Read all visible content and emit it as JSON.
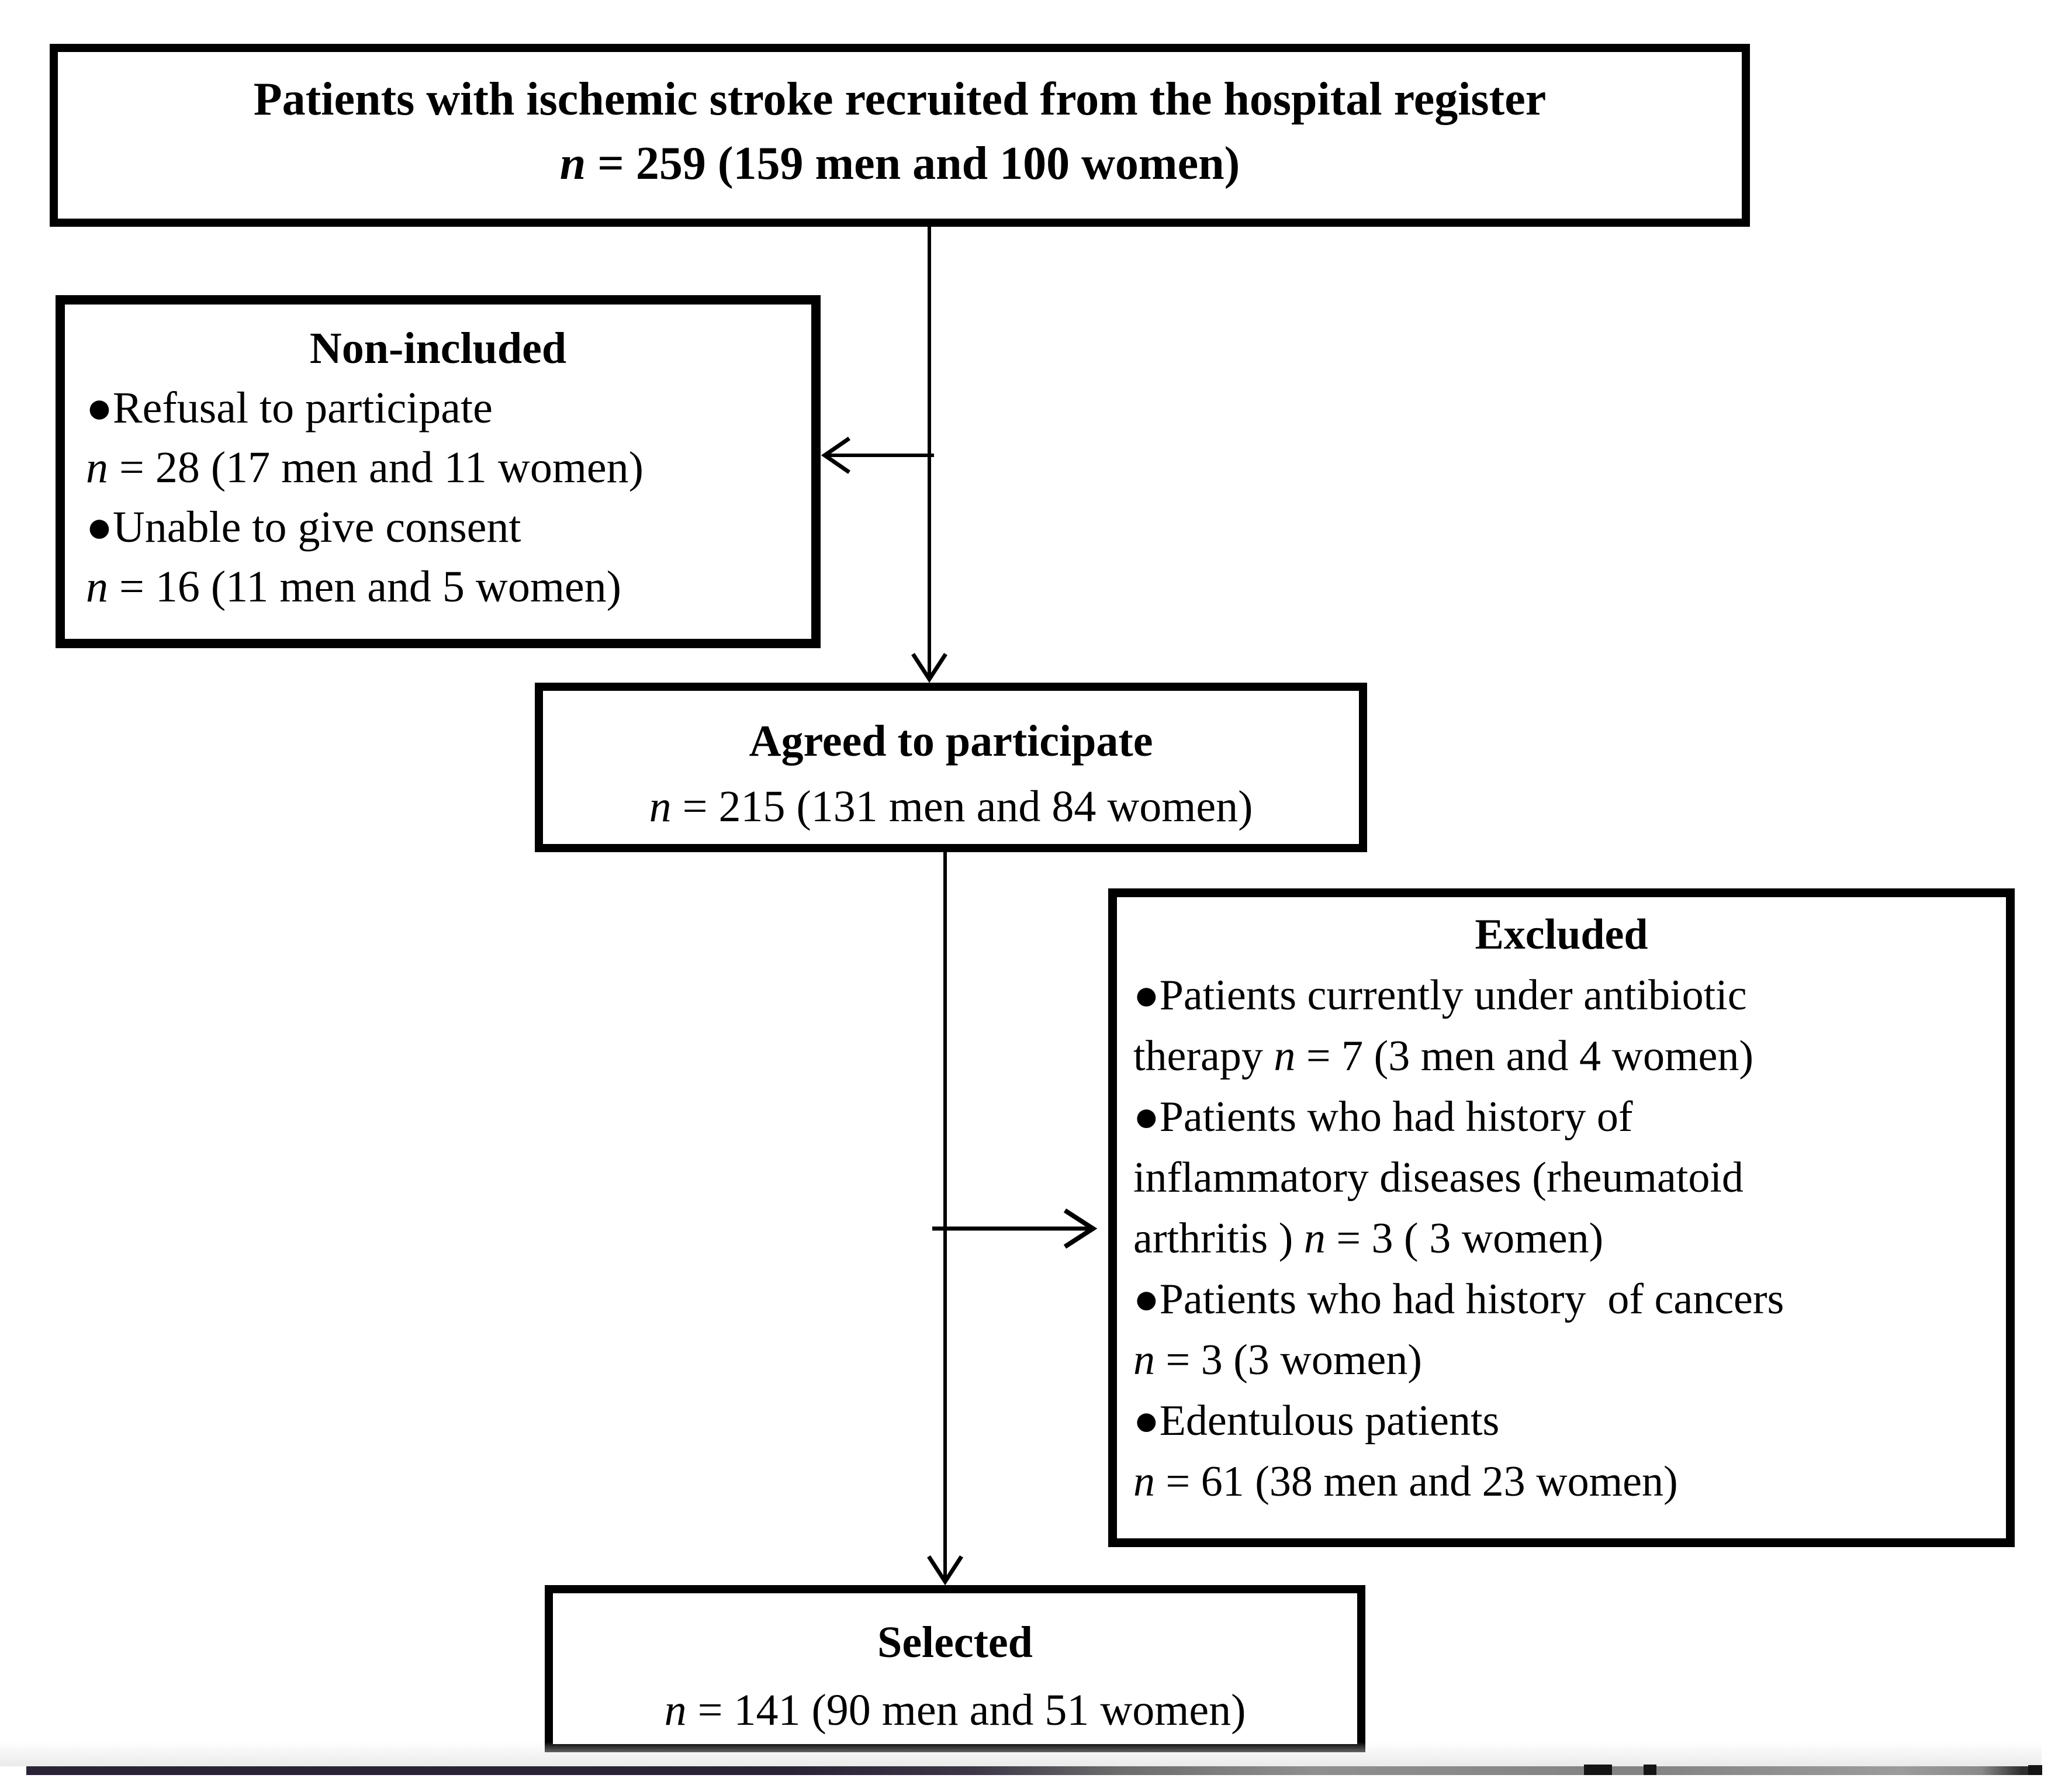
{
  "page": {
    "background": "#ffffff",
    "text_color": "#000000",
    "box_border_color": "#000000",
    "arrow_color": "#000000",
    "page_edge_bar_colors": {
      "left": "#2a2337",
      "middle": "#8f8f8f",
      "right": "#2e2e2e"
    }
  },
  "boxes": {
    "recruited": {
      "title": [
        [
          {
            "t": "Patients with ischemic stroke recruited from the hospital register",
            "b": true
          }
        ],
        [
          {
            "t": "n",
            "b": true,
            "i": true
          },
          {
            "t": " = 259 (159 men and 100 women)",
            "b": true
          }
        ]
      ]
    },
    "non_included": {
      "title": [
        [
          {
            "t": "Non-included",
            "b": true
          }
        ]
      ],
      "body": [
        [
          {
            "t": "●Refusal to participate"
          }
        ],
        [
          {
            "t": "n",
            "i": true
          },
          {
            "t": " = 28 (17 men and 11 women)"
          }
        ],
        [
          {
            "t": "●Unable to give consent"
          }
        ],
        [
          {
            "t": "n",
            "i": true
          },
          {
            "t": " = 16 (11 men and 5 women)"
          }
        ]
      ]
    },
    "agreed": {
      "title": [
        [
          {
            "t": "Agreed to participate",
            "b": true
          }
        ],
        [
          {
            "t": "n",
            "i": true
          },
          {
            "t": " = 215 (131 men and 84 women)"
          }
        ]
      ]
    },
    "excluded": {
      "title": [
        [
          {
            "t": "Excluded",
            "b": true
          }
        ]
      ],
      "body": [
        [
          {
            "t": "●Patients currently under antibiotic"
          }
        ],
        [
          {
            "t": "therapy "
          },
          {
            "t": "n",
            "i": true
          },
          {
            "t": " = 7 (3 men and 4 women)"
          }
        ],
        [
          {
            "t": "●Patients who had history of"
          }
        ],
        [
          {
            "t": "inflammatory diseases (rheumatoid"
          }
        ],
        [
          {
            "t": "arthritis ) "
          },
          {
            "t": "n",
            "i": true
          },
          {
            "t": " = 3 ( 3 women)"
          }
        ],
        [
          {
            "t": "●Patients who had history  of cancers"
          }
        ],
        [
          {
            "t": "n",
            "i": true
          },
          {
            "t": " = 3 (3 women)"
          }
        ],
        [
          {
            "t": "●Edentulous patients"
          }
        ],
        [
          {
            "t": "n",
            "i": true
          },
          {
            "t": " = 61 (38 men and 23 women)"
          }
        ]
      ]
    },
    "selected": {
      "title": [
        [
          {
            "t": "Selected",
            "b": true
          }
        ],
        [
          {
            "t": "n",
            "i": true
          },
          {
            "t": " = 141 (90 men and 51 women)"
          }
        ]
      ]
    }
  }
}
